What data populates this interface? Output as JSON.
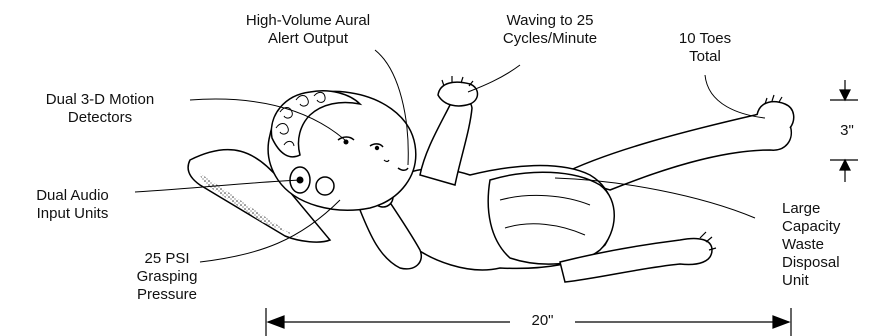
{
  "labels": {
    "aural_alert": [
      "High-Volume Aural",
      "Alert Output"
    ],
    "waving": [
      "Waving to 25",
      "Cycles/Minute"
    ],
    "toes": [
      "10 Toes",
      "Total"
    ],
    "motion_detectors": [
      "Dual 3-D Motion",
      "Detectors"
    ],
    "audio_input": [
      "Dual Audio",
      "Input Units"
    ],
    "grasping": [
      "25 PSI",
      "Grasping",
      "Pressure"
    ],
    "waste_disposal": [
      "Large",
      "Capacity",
      "Waste",
      "Disposal",
      "Unit"
    ]
  },
  "dimensions": {
    "height": "3\"",
    "length": "20\""
  }
}
